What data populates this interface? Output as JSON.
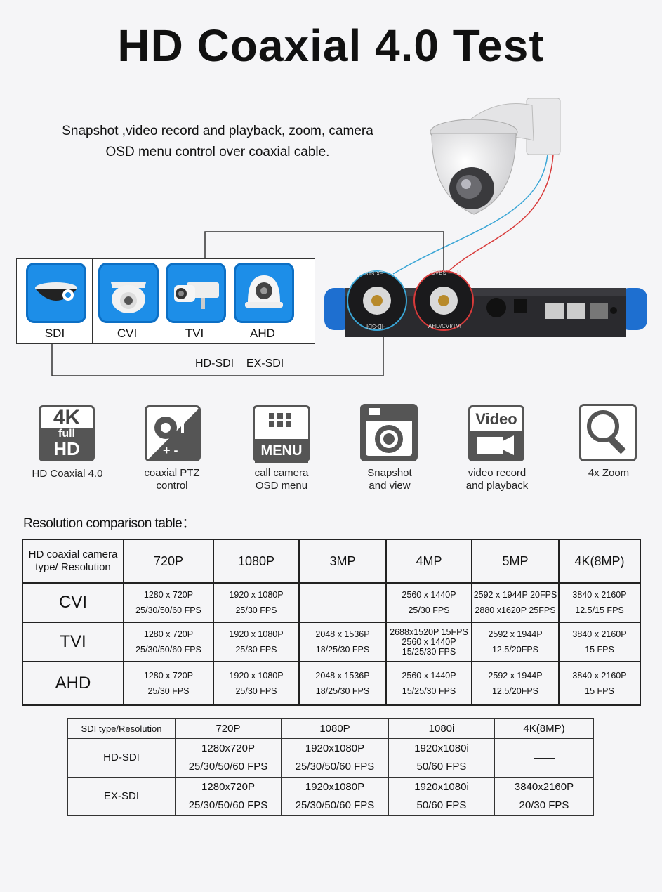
{
  "title": "HD Coaxial 4.0 Test",
  "subtitle_line1": "Snapshot ,video record and playback, zoom, camera",
  "subtitle_line2": "OSD menu control over coaxial cable.",
  "camera_types": [
    "SDI",
    "CVI",
    "TVI",
    "AHD"
  ],
  "sdi_caption": "HD-SDI    EX-SDI",
  "device_labels": {
    "left_port": "HD-SDI",
    "left_port_top": "EX-SDI",
    "right_port_top": "CVBS — IN",
    "right_port": "AHD/CVI/TVI"
  },
  "features": [
    {
      "icon": "4k-fullhd-icon",
      "badge_top": "4K",
      "badge_mid": "full",
      "badge_bot": "HD",
      "line1": "HD Coaxial 4.0",
      "line2": ""
    },
    {
      "icon": "ptz-control-icon",
      "line1": "coaxial PTZ",
      "line2": "control"
    },
    {
      "icon": "menu-icon",
      "badge": "MENU",
      "line1": "call camera",
      "line2": "OSD menu"
    },
    {
      "icon": "camera-snapshot-icon",
      "line1": "Snapshot",
      "line2": "and view"
    },
    {
      "icon": "video-record-icon",
      "badge": "Video",
      "line1": "video record",
      "line2": "and playback"
    },
    {
      "icon": "zoom-icon",
      "line1": "4x Zoom",
      "line2": ""
    }
  ],
  "resolution_title": "Resolution comparison table：",
  "table1": {
    "corner": [
      "HD coaxial camera",
      "type/ Resolution"
    ],
    "headers": [
      "720P",
      "1080P",
      "3MP",
      "4MP",
      "5MP",
      "4K(8MP)"
    ],
    "rows": [
      {
        "type": "CVI",
        "cells": [
          [
            "1280 x 720P",
            "25/30/50/60 FPS"
          ],
          [
            "1920 x 1080P",
            "25/30 FPS"
          ],
          [
            "—"
          ],
          [
            "2560 x 1440P",
            "25/30 FPS"
          ],
          [
            "2592 x 1944P 20FPS",
            "2880 x1620P 25FPS"
          ],
          [
            "3840 x 2160P",
            "12.5/15 FPS"
          ]
        ]
      },
      {
        "type": "TVI",
        "cells": [
          [
            "1280 x 720P",
            "25/30/50/60 FPS"
          ],
          [
            "1920 x 1080P",
            "25/30 FPS"
          ],
          [
            "2048 x 1536P",
            "18/25/30 FPS"
          ],
          [
            "2688x1520P 15FPS",
            "2560 x 1440P",
            "15/25/30 FPS"
          ],
          [
            "2592 x 1944P",
            "12.5/20FPS"
          ],
          [
            "3840 x 2160P",
            "15 FPS"
          ]
        ]
      },
      {
        "type": "AHD",
        "cells": [
          [
            "1280 x 720P",
            "25/30 FPS"
          ],
          [
            "1920 x 1080P",
            "25/30 FPS"
          ],
          [
            "2048 x 1536P",
            "18/25/30 FPS"
          ],
          [
            "2560 x 1440P",
            "15/25/30 FPS"
          ],
          [
            "2592 x 1944P",
            "12.5/20FPS"
          ],
          [
            "3840 x 2160P",
            "15 FPS"
          ]
        ]
      }
    ]
  },
  "table2": {
    "corner": "SDI type/Resolution",
    "headers": [
      "720P",
      "1080P",
      "1080i",
      "4K(8MP)"
    ],
    "rows": [
      {
        "type": "HD-SDI",
        "cells": [
          [
            "1280x720P",
            "25/30/50/60 FPS"
          ],
          [
            "1920x1080P",
            "25/30/50/60 FPS"
          ],
          [
            "1920x1080i",
            "50/60 FPS"
          ],
          [
            "—"
          ]
        ]
      },
      {
        "type": "EX-SDI",
        "cells": [
          [
            "1280x720P",
            "25/30/50/60 FPS"
          ],
          [
            "1920x1080P",
            "25/30/50/60 FPS"
          ],
          [
            "1920x1080i",
            "50/60 FPS"
          ],
          [
            "3840x2160P",
            "20/30 FPS"
          ]
        ]
      }
    ]
  }
}
